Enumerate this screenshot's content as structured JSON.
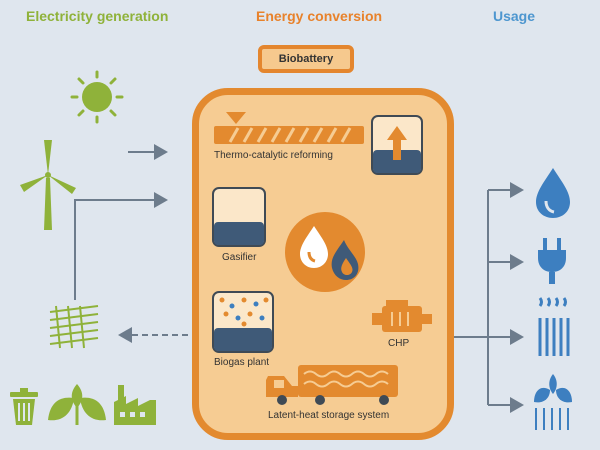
{
  "headers": {
    "electricity_generation": "Electricity generation",
    "energy_conversion": "Energy conversion",
    "usage": "Usage"
  },
  "center": {
    "title": "Biobattery",
    "components": {
      "thermo_catalytic_reforming": "Thermo-catalytic reforming",
      "gasifier": "Gasifier",
      "biogas_plant": "Biogas plant",
      "chp": "CHP",
      "latent_heat_storage": "Latent-heat storage system"
    }
  },
  "colors": {
    "background": "#dfe6ee",
    "green": "#8fb23a",
    "orange": "#e38a2f",
    "orange_fill": "#f6cc93",
    "blue": "#3d7fc0",
    "dark_blue": "#3f5a78",
    "arrow_grey": "#6d7c8c"
  },
  "icons": {
    "generation": [
      "sun-icon",
      "wind-turbine-icon",
      "solar-panel-icon",
      "trash-bin-icon",
      "plant-leaves-icon",
      "factory-icon"
    ],
    "conversion": [
      "conveyor-reformer-icon",
      "storage-tank-icon",
      "gasifier-tank-icon",
      "water-flame-icon",
      "biogas-tank-icon",
      "engine-icon",
      "truck-icon"
    ],
    "usage": [
      "water-drop-icon",
      "power-plug-icon",
      "heater-icon",
      "snowflake-leaves-icon"
    ]
  }
}
